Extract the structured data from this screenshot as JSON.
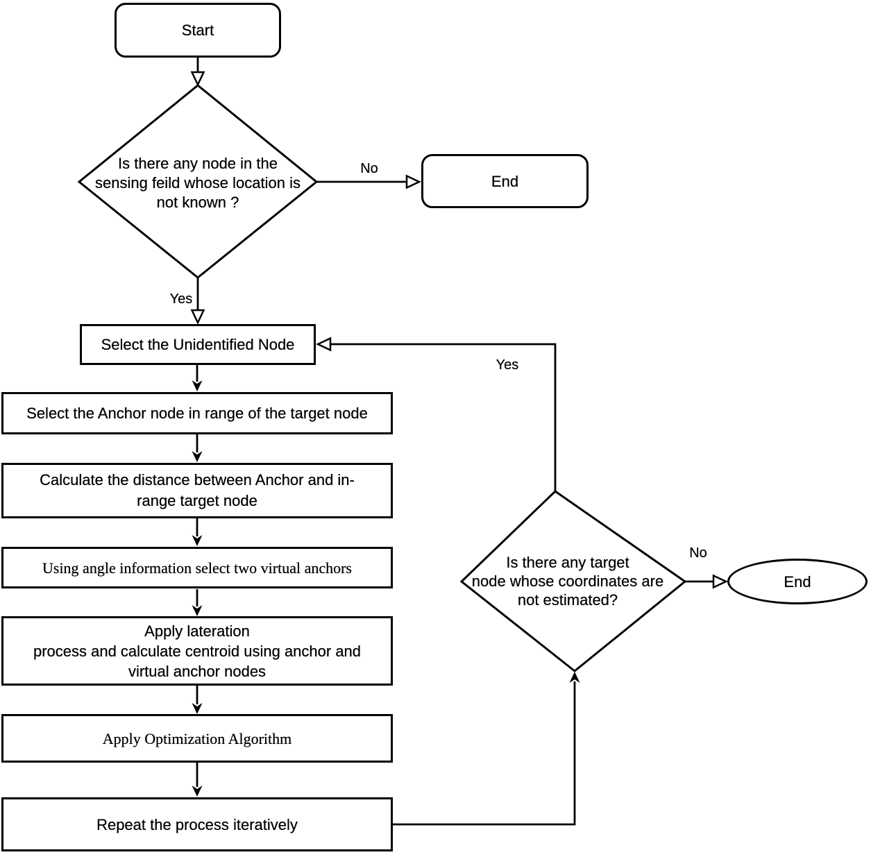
{
  "nodes": {
    "start": {
      "label": "Start"
    },
    "decision_location": {
      "lines": [
        "Is there any node in the",
        "sensing feild whose location is",
        "not known ?"
      ]
    },
    "end_terminator": {
      "label": "End"
    },
    "select_unidentified": {
      "label": "Select the Unidentified Node"
    },
    "select_anchor": {
      "label": "Select the Anchor node in range of the target node"
    },
    "calc_distance": {
      "lines": [
        "Calculate the distance between Anchor and in-",
        "range target node"
      ]
    },
    "virtual_anchors": {
      "label": "Using angle information select two virtual anchors"
    },
    "lateration": {
      "lines": [
        "Apply lateration",
        "process and calculate centroid using anchor and",
        "virtual anchor nodes"
      ]
    },
    "optimization": {
      "label": "Apply Optimization Algorithm"
    },
    "repeat": {
      "label": "Repeat the process iteratively"
    },
    "decision_estimated": {
      "lines": [
        "Is there any target",
        "node whose coordinates are",
        "not estimated?"
      ]
    },
    "end_ellipse": {
      "label": "End"
    }
  },
  "edge_labels": {
    "no_location": "No",
    "yes_location": "Yes",
    "yes_loop": "Yes",
    "no_estimated": "No"
  },
  "colors": {
    "stroke": "#000000",
    "fill": "#ffffff",
    "text": "#000000"
  }
}
